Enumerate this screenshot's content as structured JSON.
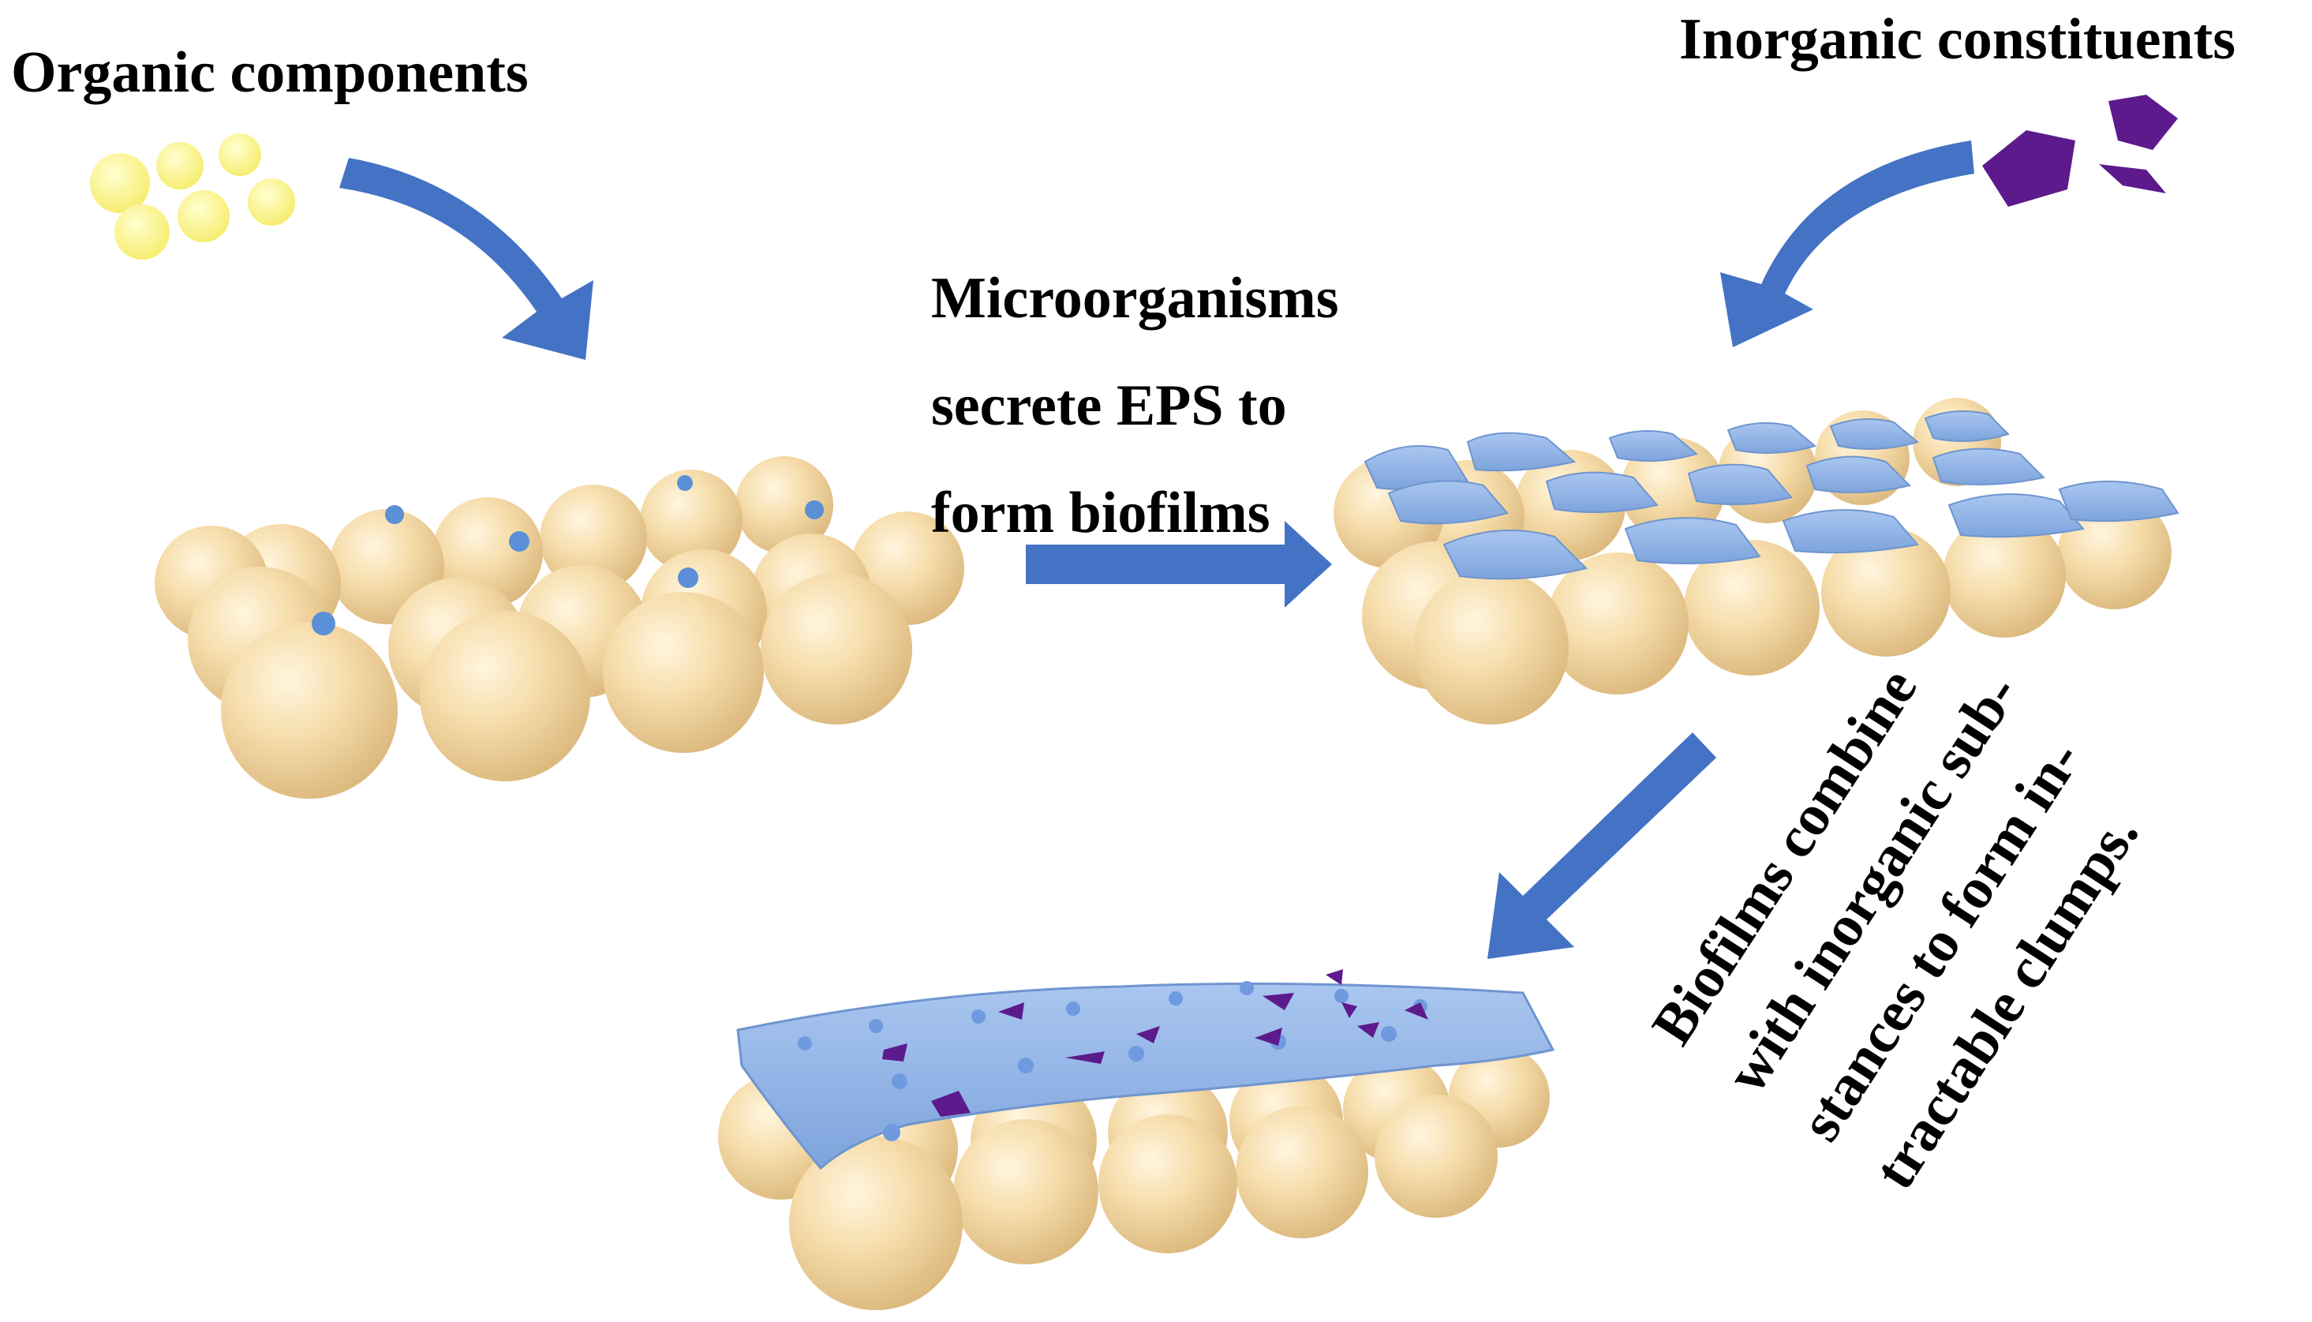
{
  "labels": {
    "organic": "Organic components",
    "inorganic": "Inorganic constituents",
    "micro_line1": "Microorganisms",
    "micro_line2": "secrete EPS to",
    "micro_line3": "form biofilms",
    "combine_line1": "Biofilms combine",
    "combine_line2": "with inorganic sub-",
    "combine_line3": "stances to form in-",
    "combine_line4": "tractable clumps."
  },
  "colors": {
    "arrow": "#4472c4",
    "sphere": "#f2d49a",
    "organic_particle": "#fff77a",
    "inorganic_particle": "#5c1a8c",
    "biofilm": "#8fb3e6",
    "microbe": "#5b8fd6"
  },
  "icons": {
    "arrow_left_curved": "curved-arrow-icon",
    "arrow_right_curved": "curved-arrow-icon",
    "arrow_straight": "right-arrow-icon",
    "arrow_diagonal": "down-left-arrow-icon"
  }
}
